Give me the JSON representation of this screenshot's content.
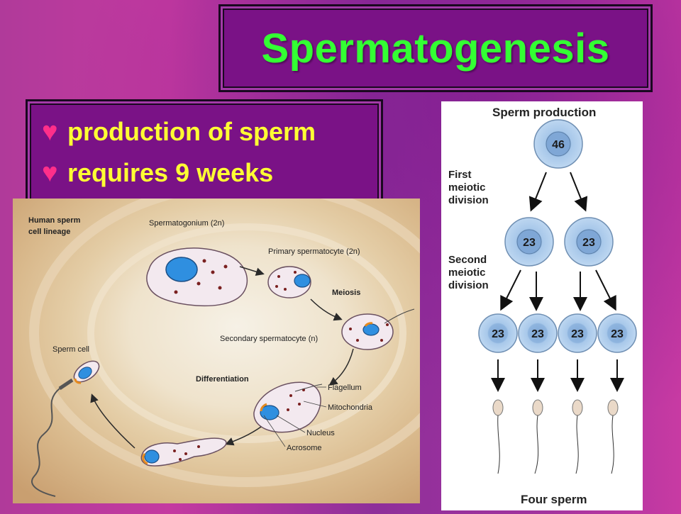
{
  "slide": {
    "title": "Spermatogenesis",
    "bullets": [
      {
        "icon": "heart-icon",
        "text": "production of sperm"
      },
      {
        "icon": "heart-icon",
        "text": "requires 9 weeks"
      }
    ]
  },
  "lineage_diagram": {
    "heading_line1": "Human sperm",
    "heading_line2": "cell lineage",
    "spermatogonium": "Spermatogonium (2n)",
    "primary": "Primary spermatocyte (2n)",
    "meiosis": "Meiosis",
    "secondary": "Secondary spermatocyte (n)",
    "differentiation": "Differentiation",
    "sperm_cell": "Sperm cell",
    "flagellum": "Flagellum",
    "mitochondria": "Mitochondria",
    "nucleus": "Nucleus",
    "acrosome": "Acrosome"
  },
  "production_diagram": {
    "title": "Sperm production",
    "first_line1": "First",
    "first_line2": "meiotic",
    "first_line3": "division",
    "second_line1": "Second",
    "second_line2": "meiotic",
    "second_line3": "division",
    "top_cell": "46",
    "middle_cells": [
      "23",
      "23"
    ],
    "bottom_cells": [
      "23",
      "23",
      "23",
      "23"
    ],
    "footer": "Four sperm"
  },
  "colors": {
    "title_green": "#33ff33",
    "bullet_yellow": "#ffff33",
    "heart_pink": "#ff2f8a",
    "box_purple": "#7a1286",
    "cell_blue": "#9dc3e6"
  }
}
